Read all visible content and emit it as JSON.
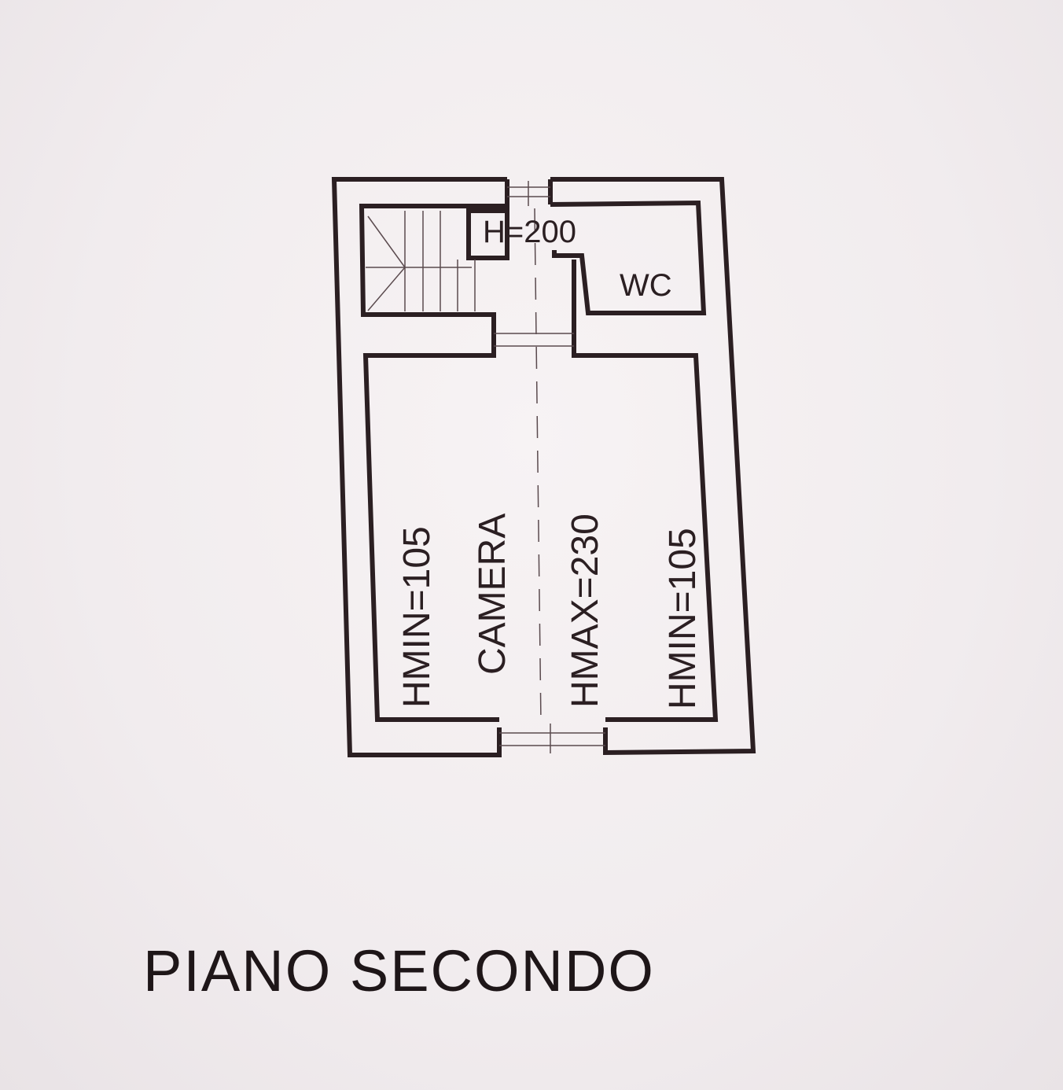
{
  "plan": {
    "labels": {
      "door_height": "H=200",
      "wc": "WC",
      "hmin_left": "HMIN=105",
      "room": "CAMERA",
      "hmax": "HMAX=230",
      "hmin_right": "HMIN=105"
    },
    "title": "PIANO SECONDO"
  },
  "colors": {
    "line": "#2b1f22",
    "background": "#f3eff0"
  }
}
